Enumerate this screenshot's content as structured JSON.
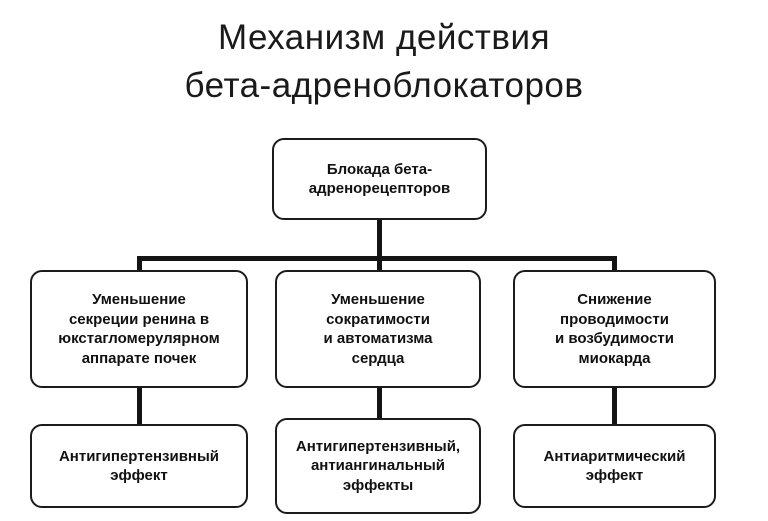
{
  "title": "Механизм действия\nбета-адреноблокаторов",
  "nodes": {
    "root": {
      "label": "Блокада бета-\nадренорецепторов"
    },
    "mid1": {
      "label": "Уменьшение\nсекреции ренина в\nюкстагломерулярном\nаппарате почек"
    },
    "mid2": {
      "label": "Уменьшение\nсократимости\nи автоматизма\nсердца"
    },
    "mid3": {
      "label": "Снижение\nпроводимости\nи возбудимости\nмиокарда"
    },
    "bot1": {
      "label": "Антигипертензивный\nэффект"
    },
    "bot2": {
      "label": "Антигипертензивный,\nантиангинальный\nэффекты"
    },
    "bot3": {
      "label": "Антиаритмический\nэффект"
    }
  },
  "colors": {
    "background": "#ffffff",
    "border": "#1b1b1b",
    "line": "#141414",
    "text": "#111111"
  }
}
